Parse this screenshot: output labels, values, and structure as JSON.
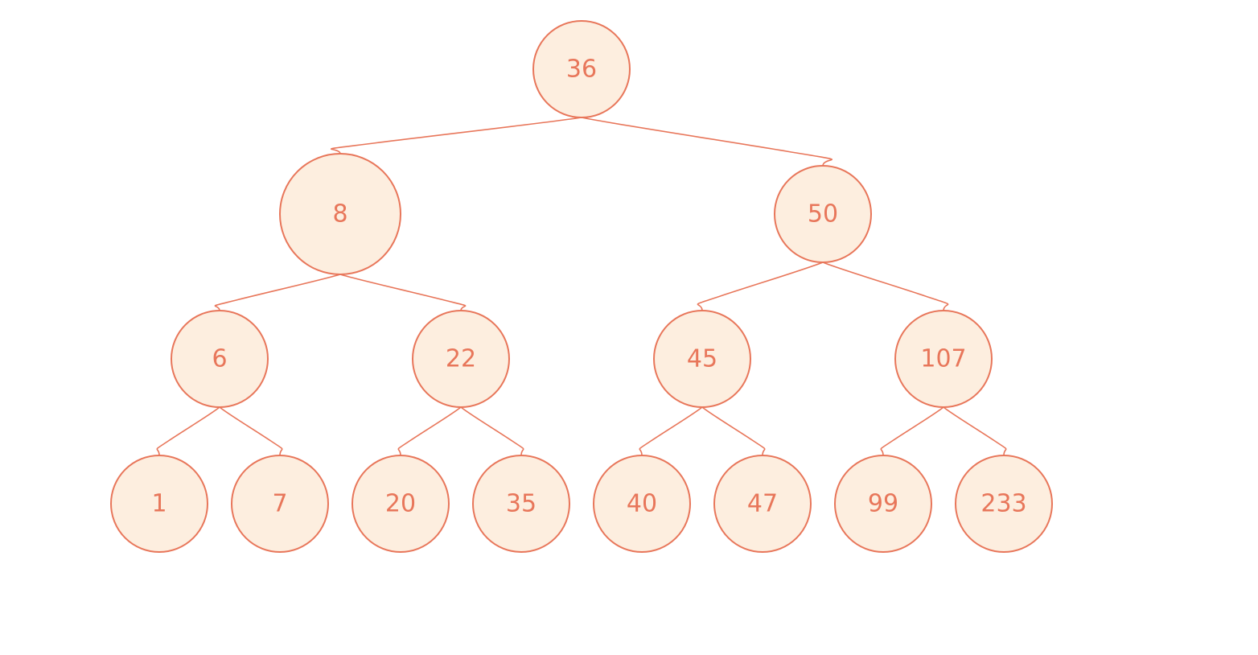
{
  "colors": {
    "stroke": "#E8765A",
    "fill": "#FDEEDF",
    "text": "#E8765A",
    "background": "#FFFFFF"
  },
  "tree": {
    "value": "36",
    "left": {
      "value": "8",
      "left": {
        "value": "6",
        "left": {
          "value": "1"
        },
        "right": {
          "value": "7"
        }
      },
      "right": {
        "value": "22",
        "left": {
          "value": "20"
        },
        "right": {
          "value": "35"
        }
      }
    },
    "right": {
      "value": "50",
      "left": {
        "value": "45",
        "left": {
          "value": "40"
        },
        "right": {
          "value": "47"
        }
      },
      "right": {
        "value": "107",
        "left": {
          "value": "99"
        },
        "right": {
          "value": "233"
        }
      }
    }
  }
}
